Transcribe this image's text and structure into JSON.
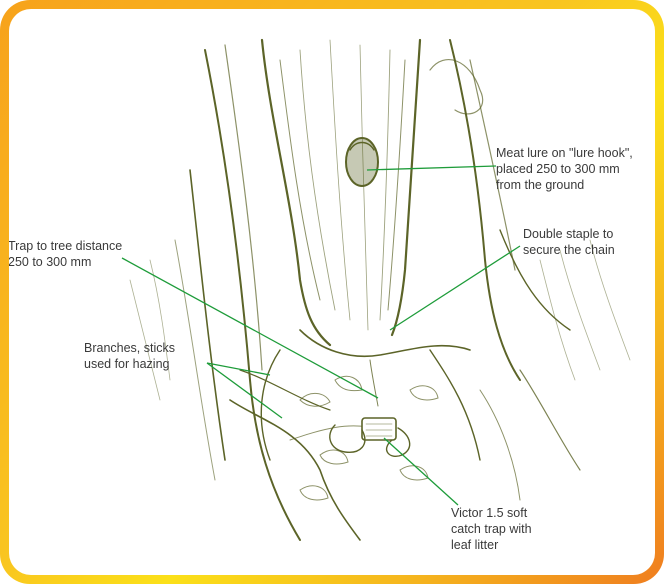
{
  "colors": {
    "leader_line": "#1e9c3a",
    "sketch_ink": "#5c6428",
    "frame_orange": "#f29b1c",
    "frame_yellow": "#fbe019"
  },
  "labels": {
    "lure": "Meat lure on \"lure hook\",\nplaced 250 to 300 mm\nfrom the ground",
    "staple": "Double staple to\nsecure the chain",
    "distance": "Trap to tree distance\n250 to 300 mm",
    "branches": "Branches, sticks\nused for hazing",
    "trap": "Victor 1.5 soft\ncatch trap with\nleaf litter"
  }
}
